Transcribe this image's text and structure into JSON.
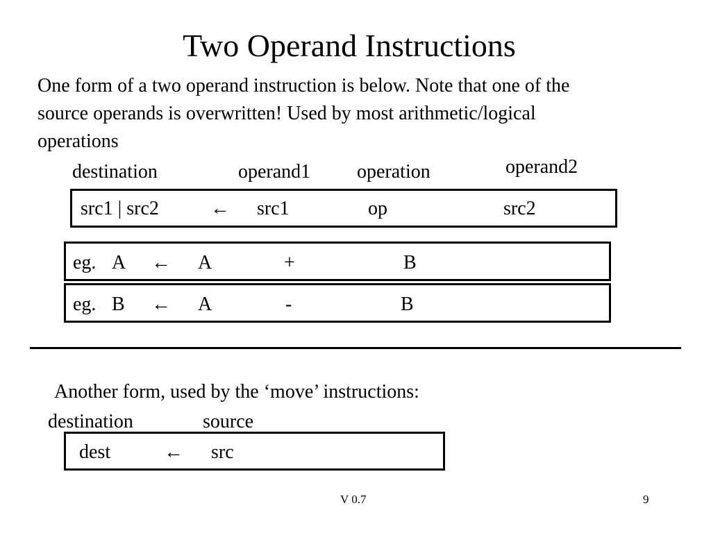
{
  "slide": {
    "title": "Two Operand Instructions",
    "intro": "One form of a two operand instruction is below. Note that one of the source operands is overwritten! Used by most arithmetic/logical operations"
  },
  "form1": {
    "labels": {
      "destination": "destination",
      "operand1": "operand1",
      "operation": "operation",
      "operand2": "operand2"
    },
    "box": {
      "dest": "src1 | src2",
      "arrow": "←",
      "operand1": "src1",
      "operation": "op",
      "operand2": "src2"
    },
    "examples": [
      {
        "prefix": "eg.",
        "dest": "A",
        "arrow": "←",
        "operand1": "A",
        "operation": "+",
        "operand2": "B"
      },
      {
        "prefix": "eg.",
        "dest": "B",
        "arrow": "←",
        "operand1": "A",
        "operation": "-",
        "operand2": "B"
      }
    ]
  },
  "form2": {
    "intro": "Another form, used by the ‘move’ instructions:",
    "labels": {
      "destination": "destination",
      "source": "source"
    },
    "box": {
      "dest": "dest",
      "arrow": "←",
      "source": "src"
    }
  },
  "footer": {
    "version": "V 0.7",
    "page": "9"
  }
}
